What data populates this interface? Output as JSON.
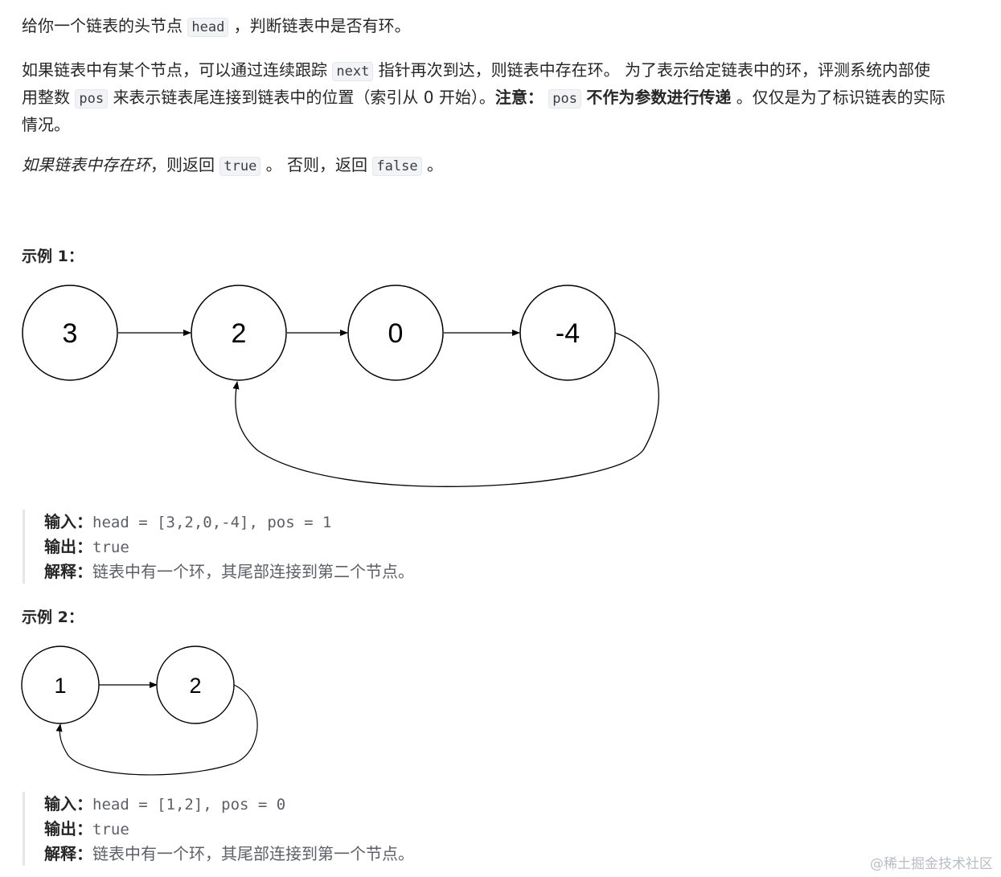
{
  "intro": {
    "p1": {
      "t1": "给你一个链表的头节点",
      "code": "head",
      "t2": "，判断链表中是否有环。"
    },
    "p2": {
      "t1": "如果链表中有某个节点，可以通过连续跟踪",
      "code1": "next",
      "t2": "指针再次到达，则链表中存在环。 为了表示给定链表中的环，评测系统内部使",
      "t3": "用整数",
      "code2": "pos",
      "t4": "来表示链表尾连接到链表中的位置（索引从 0 开始）。",
      "note_label": "注意：",
      "code3": "pos",
      "note_bold": "不作为参数进行传递",
      "t5": "。仅仅是为了标识链表的实际",
      "t6": "情况。"
    },
    "p3": {
      "italic": "如果链表中存在环",
      "t1": "，则返回",
      "code1": "true",
      "t2": "。 否则，返回",
      "code2": "false",
      "t3": "。"
    }
  },
  "example1": {
    "heading": "示例 1：",
    "nodes": [
      "3",
      "2",
      "0",
      "-4"
    ],
    "input_label": "输入：",
    "input_value": "head = [3,2,0,-4], pos = 1",
    "output_label": "输出：",
    "output_value": "true",
    "explain_label": "解释：",
    "explain_value": "链表中有一个环，其尾部连接到第二个节点。"
  },
  "example2": {
    "heading": "示例 2：",
    "nodes": [
      "1",
      "2"
    ],
    "input_label": "输入：",
    "input_value": "head = [1,2], pos = 0",
    "output_label": "输出：",
    "output_value": "true",
    "explain_label": "解释：",
    "explain_value": "链表中有一个环，其尾部连接到第一个节点。"
  },
  "watermark": "@稀土掘金技术社区"
}
